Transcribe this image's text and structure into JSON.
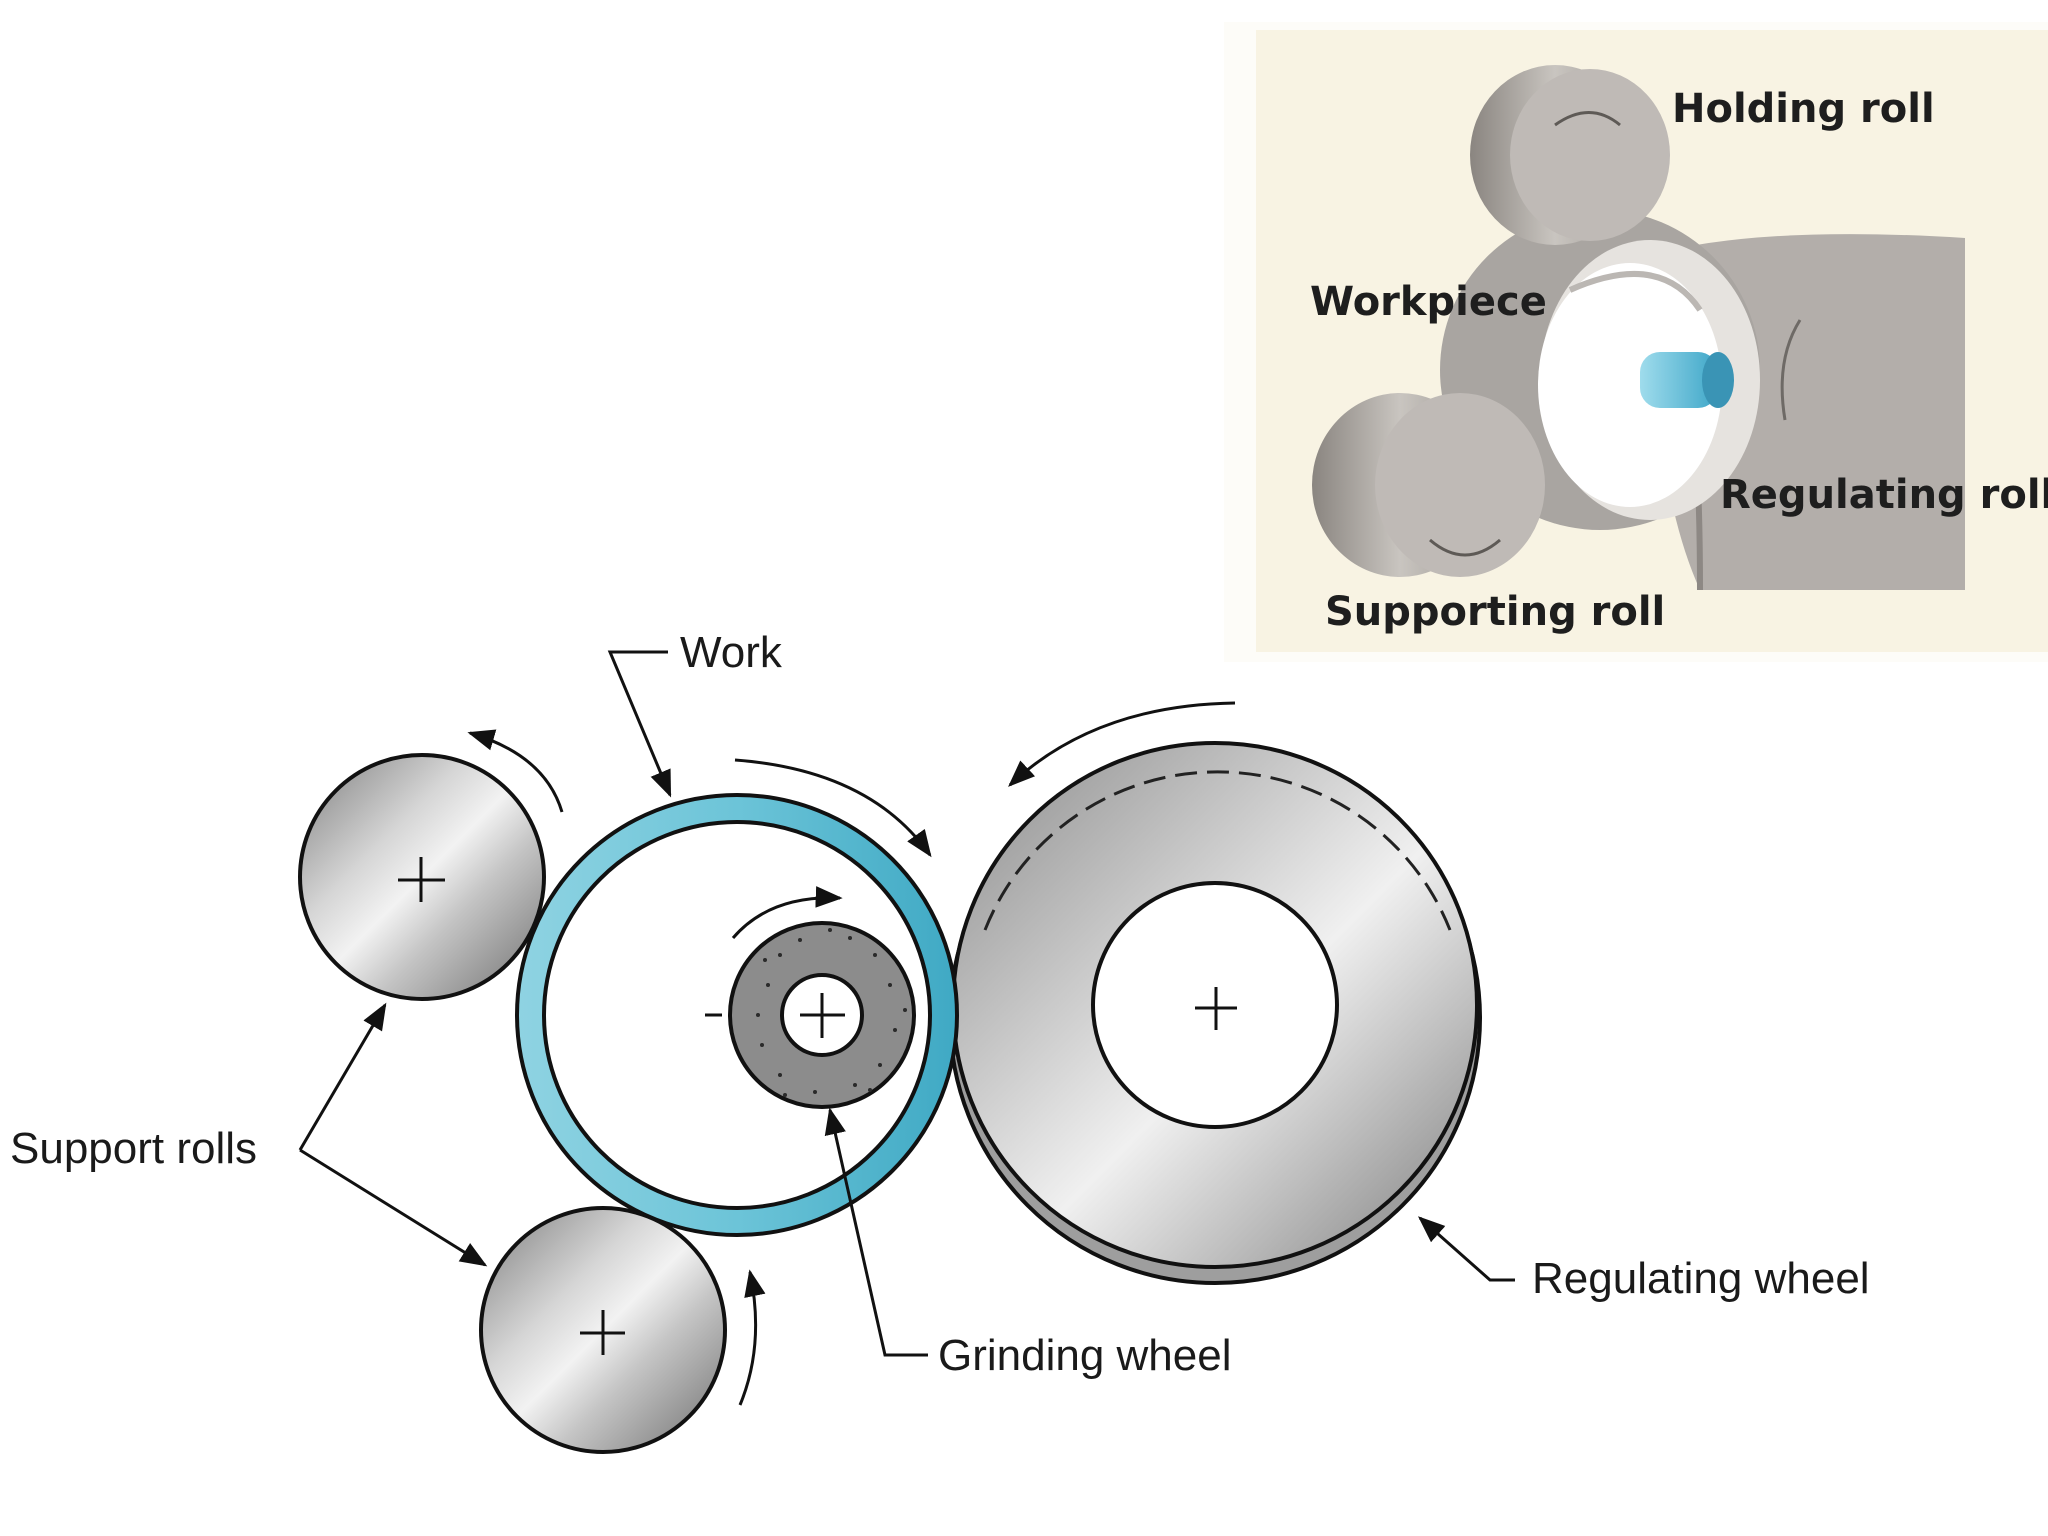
{
  "inset": {
    "labels": {
      "holding_roll": "Holding roll",
      "workpiece": "Workpiece",
      "regulating_roll": "Regulating roll",
      "supporting_roll": "Supporting roll"
    }
  },
  "main": {
    "labels": {
      "work": "Work",
      "support_rolls": "Support rolls",
      "grinding_wheel": "Grinding wheel",
      "regulating_wheel": "Regulating wheel"
    }
  },
  "colors": {
    "work_ring": "#5fbfd3",
    "inset_background": "#f8f3e3",
    "roll_gray": "#b8b8b8",
    "grinding_wheel": "#8a8a8a",
    "inset_workpiece_blue": "#7cc7dc"
  }
}
